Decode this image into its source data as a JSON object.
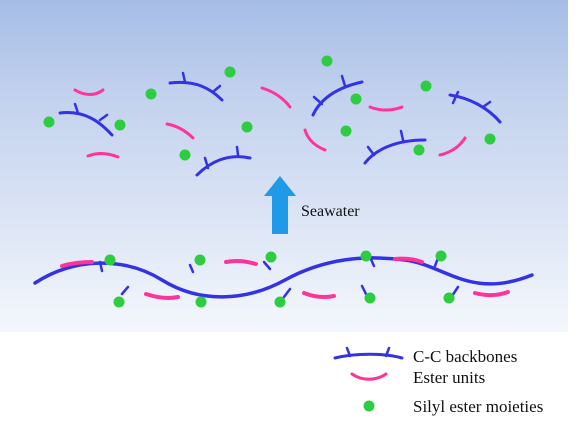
{
  "colors": {
    "backbone": "#3333e6",
    "ester": "#ff3399",
    "silyl": "#2ecc40",
    "arrow": "#1e9ae8",
    "bg_top": "#a6bde6",
    "bg_bottom": "#f4f7fc"
  },
  "arrow": {
    "label": "Seawater"
  },
  "legend": {
    "backbone_label": "C-C backbones",
    "ester_label": "Ester units",
    "silyl_label": "Silyl ester moieties"
  }
}
